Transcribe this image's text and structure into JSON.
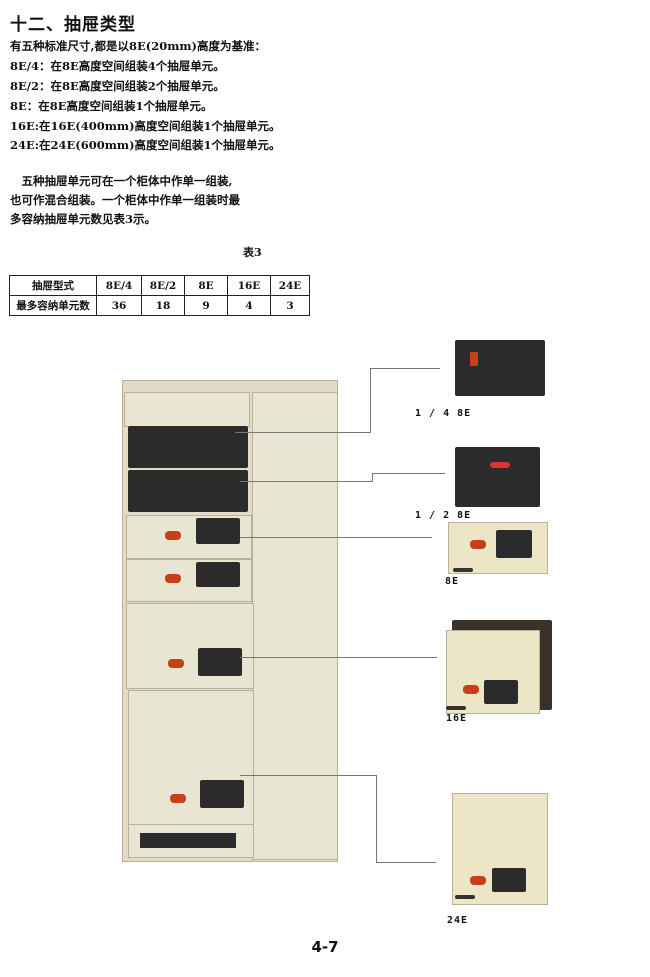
{
  "title": "十二、抽屉类型",
  "lines": [
    "有五种标准尺寸,都是以8E(20mm)高度为基准：",
    "8E/4：在8E高度空间组装4个抽屉单元。",
    "8E/2：在8E高度空间组装2个抽屉单元。",
    "8E：在8E高度空间组装1个抽屉单元。",
    "16E:在16E(400mm)高度空间组装1个抽屉单元。",
    "24E:在24E(600mm)高度空间组装1个抽屉单元。"
  ],
  "para": [
    "　五种抽屉单元可在一个柜体中作单一组装,",
    "也可作混合组装。一个柜体中作单一组装时最",
    "多容纳抽屉单元数见表3示。"
  ],
  "table_caption": "表3",
  "table": {
    "header": [
      "抽屉型式",
      "8E/4",
      "8E/2",
      "8E",
      "16E",
      "24E"
    ],
    "row": [
      "最多容纳单元数",
      "36",
      "18",
      "9",
      "4",
      "3"
    ]
  },
  "drawer_labels": [
    "1 / 4 8E",
    "1 / 2 8E",
    "8E",
    "16E",
    "24E"
  ],
  "page_number": "4-7"
}
